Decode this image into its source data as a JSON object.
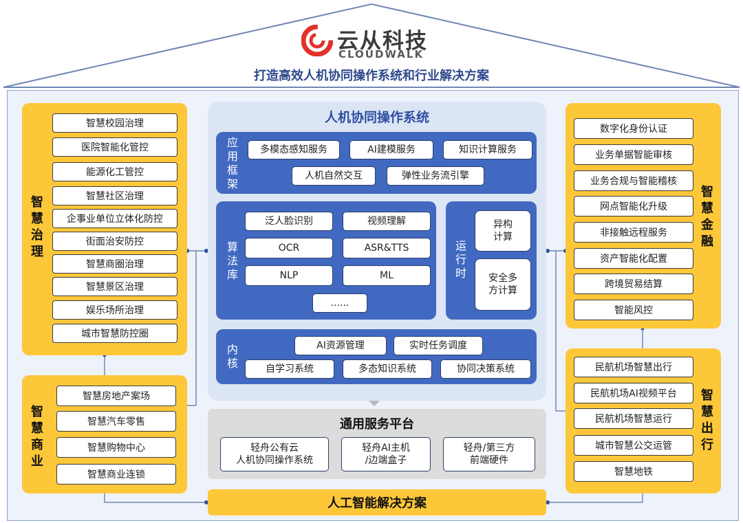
{
  "header": {
    "logo_cn": "云从科技",
    "logo_en": "CLOUDWALK",
    "tagline": "打造高效人机协同操作系统和行业解决方案"
  },
  "left_top": {
    "title": [
      "智",
      "慧",
      "治",
      "理"
    ],
    "items": [
      "智慧校园治理",
      "医院智能化管控",
      "能源化工管控",
      "智慧社区治理",
      "企事业单位立体化防控",
      "街面治安防控",
      "智慧商圈治理",
      "智慧景区治理",
      "娱乐场所治理",
      "城市智慧防控圈"
    ]
  },
  "left_bottom": {
    "title": [
      "智",
      "慧",
      "商",
      "业"
    ],
    "items": [
      "智慧房地产案场",
      "智慧汽车零售",
      "智慧购物中心",
      "智慧商业连锁"
    ]
  },
  "right_top": {
    "title": [
      "智",
      "慧",
      "金",
      "融"
    ],
    "items": [
      "数字化身份认证",
      "业务单据智能审核",
      "业务合规与智能稽核",
      "网点智能化升级",
      "非接触远程服务",
      "资产智能化配置",
      "跨境贸易结算",
      "智能风控"
    ]
  },
  "right_bottom": {
    "title": [
      "智",
      "慧",
      "出",
      "行"
    ],
    "items": [
      "民航机场智慧出行",
      "民航机场AI视频平台",
      "民航机场智慧运行",
      "城市智慧公交运管",
      "智慧地铁"
    ]
  },
  "center": {
    "title": "人机协同操作系统",
    "app_framework": {
      "label": [
        "应",
        "用",
        "框",
        "架"
      ],
      "items": [
        "多模态感知服务",
        "AI建模服务",
        "知识计算服务",
        "人机自然交互",
        "弹性业务流引擎"
      ]
    },
    "algorithm_lib": {
      "label": [
        "算",
        "法",
        "库"
      ],
      "items": [
        "泛人脸识别",
        "视频理解",
        "OCR",
        "ASR&TTS",
        "NLP",
        "ML",
        "......"
      ]
    },
    "runtime": {
      "label": [
        "运",
        "行",
        "时"
      ],
      "items": [
        [
          "异构",
          "计算"
        ],
        [
          "安全多",
          "方计算"
        ]
      ]
    },
    "kernel": {
      "label": [
        "内",
        "核"
      ],
      "items": [
        "AI资源管理",
        "实时任务调度",
        "自学习系统",
        "多态知识系统",
        "协同决策系统"
      ]
    }
  },
  "service_platform": {
    "title": "通用服务平台",
    "items": [
      [
        "轻舟公有云",
        "人机协同操作系统"
      ],
      [
        "轻舟AI主机",
        "/边端盒子"
      ],
      [
        "轻舟/第三方",
        "前端硬件"
      ]
    ]
  },
  "footer": {
    "label": "人工智能解决方案"
  },
  "colors": {
    "yellow": "#fdc73a",
    "blue": "#4169c1",
    "light_blue": "#dce5f4",
    "logo_red": "#e0312b"
  }
}
